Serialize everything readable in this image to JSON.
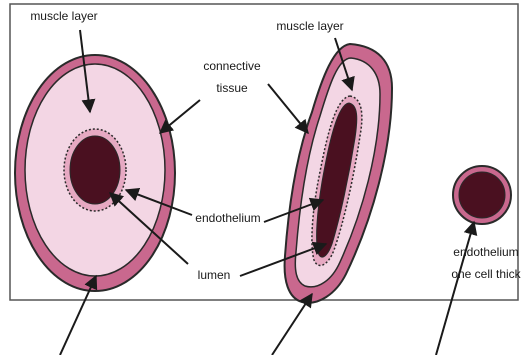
{
  "labels": {
    "muscle_layer_artery": "muscle layer",
    "muscle_layer_vein": "muscle layer",
    "connective_tissue_line1": "connective",
    "connective_tissue_line2": "tissue",
    "endothelium": "endothelium",
    "lumen": "lumen",
    "capillary_line1": "endothelium",
    "capillary_line2": "one cell thick"
  },
  "colors": {
    "outer_layer": "#c9688e",
    "muscle_layer": "#f3d6e4",
    "endothelium_ring": "#e6a9c2",
    "lumen": "#4a1020",
    "outline": "#2a2a2a",
    "frame": "#555555"
  }
}
